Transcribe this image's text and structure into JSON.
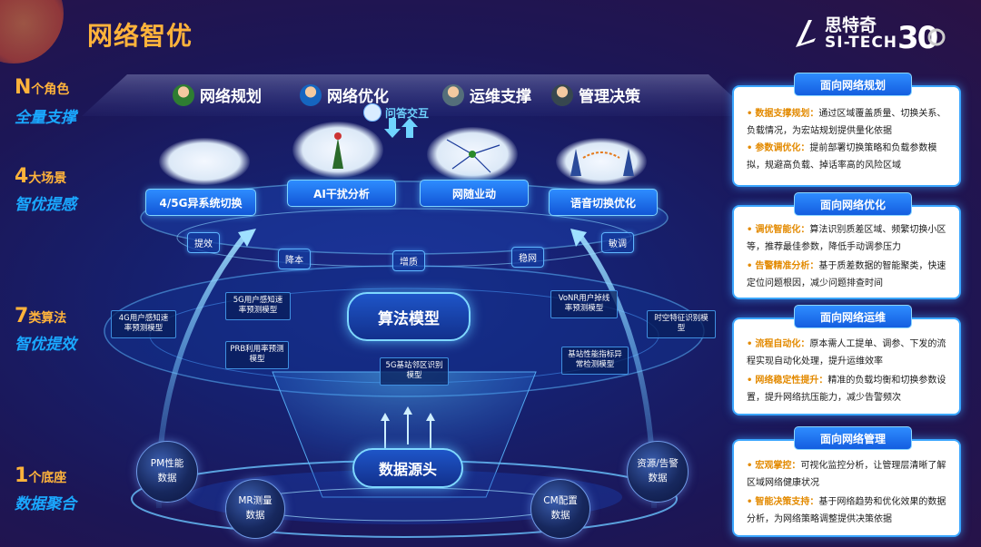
{
  "title": "网络智优",
  "brand": {
    "cn": "思特奇",
    "en": "SI-TECH",
    "anniv": "30"
  },
  "left_labels": [
    {
      "num": "N",
      "unit": "个角色",
      "sub": "全量支撑"
    },
    {
      "num": "4",
      "unit": "大场景",
      "sub": "智优提感"
    },
    {
      "num": "7",
      "unit": "类算法",
      "sub": "智优提效"
    },
    {
      "num": "1",
      "unit": "个底座",
      "sub": "数据聚合"
    }
  ],
  "roles": [
    "网络规划",
    "网络优化",
    "运维支撑",
    "管理决策"
  ],
  "qa": "问答交互",
  "scenarios": [
    "4/5G异系统切换",
    "AI干扰分析",
    "网随业动",
    "语音切换优化"
  ],
  "benefits": [
    "提效",
    "降本",
    "增质",
    "稳网",
    "敏调"
  ],
  "algo_center": "算法模型",
  "models": [
    "4G用户感知速率预测模型",
    "5G用户感知速率预测模型",
    "PRB利用率预测模型",
    "5G基站邻区识别模型",
    "VoNR用户掉线率预测模型",
    "基站性能指标异常检测模型",
    "时空特征识别模型"
  ],
  "data_center": "数据源头",
  "data_sources": [
    "PM性能数据",
    "MR测量数据",
    "CM配置数据",
    "资源/告警数据"
  ],
  "panels": [
    {
      "title": "面向网络规划",
      "items": [
        {
          "key": "数据支撑规划：",
          "text": "通过区域覆盖质量、切换关系、负载情况，为宏站规划提供量化依据"
        },
        {
          "key": "参数调优化：",
          "text": "提前部署切换策略和负载参数模拟，规避高负载、掉话率高的风险区域"
        }
      ]
    },
    {
      "title": "面向网络优化",
      "items": [
        {
          "key": "调优智能化：",
          "text": "算法识别质差区域、频繁切换小区等，推荐最佳参数，降低手动调参压力"
        },
        {
          "key": "告警精准分析：",
          "text": "基于质差数据的智能聚类，快速定位问题根因，减少问题排查时间"
        }
      ]
    },
    {
      "title": "面向网络运维",
      "items": [
        {
          "key": "流程自动化：",
          "text": "原本需人工提单、调参、下发的流程实现自动化处理，提升运维效率"
        },
        {
          "key": "网络稳定性提升：",
          "text": "精准的负载均衡和切换参数设置，提升网络抗压能力，减少告警频次"
        }
      ]
    },
    {
      "title": "面向网络管理",
      "items": [
        {
          "key": "宏观掌控：",
          "text": "可视化监控分析，让管理层清晰了解区域网络健康状况"
        },
        {
          "key": "智能决策支持：",
          "text": "基于网络趋势和优化效果的数据分析，为网络策略调整提供决策依据"
        }
      ]
    }
  ]
}
